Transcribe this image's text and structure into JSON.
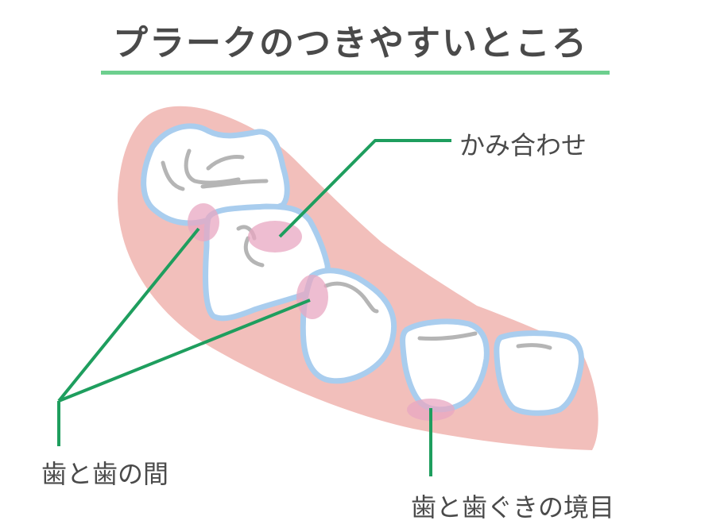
{
  "title": "プラークのつきやすいところ",
  "labels": {
    "occlusal": "かみ合わせ",
    "between_teeth": "歯と歯の間",
    "gum_line": "歯と歯ぐきの境目"
  },
  "colors": {
    "title_text": "#4a4a4a",
    "title_underline": "#6dcf8e",
    "gum": "#f2bfbb",
    "tooth_outline": "#a9cdee",
    "tooth_fill": "#ffffff",
    "groove": "#b5b5b5",
    "plaque": "#e8a7c1",
    "leader_line": "#1e9e5e"
  }
}
